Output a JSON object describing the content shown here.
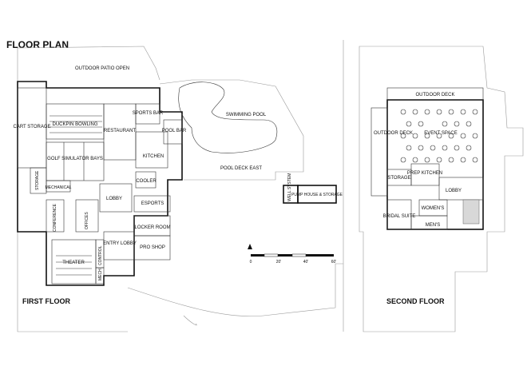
{
  "title": "FLOOR PLAN",
  "first_floor": {
    "caption": "FIRST FLOOR",
    "rooms": {
      "outdoor_patio": "OUTDOOR PATIO OPEN",
      "cart_storage": "CART STORAGE",
      "duckpin_bowling": "DUCKPIN BOWLING",
      "restaurant": "RESTAURANT",
      "sports_bar": "SPORTS BAR",
      "pool_bar": "POOL BAR",
      "kitchen": "KITCHEN",
      "golf_simulator": "GOLF SIMULATOR BAYS",
      "storage": "STORAGE",
      "mechanical": "MECHANICAL",
      "cooler": "COOLER",
      "lobby": "LOBBY",
      "esports": "ESPORTS",
      "conference": "CONFERENCE",
      "offices": "OFFICES",
      "locker_room": "LOCKER ROOM",
      "entry_lobby": "ENTRY LOBBY",
      "pro_shop": "PRO SHOP",
      "theater": "THEATER",
      "control": "CONTROL",
      "mech": "MECH",
      "swimming_pool": "SWIMMING POOL",
      "pool_deck_east": "POOL DECK EAST",
      "well_system": "WELL SYSTEM",
      "pump_house": "PUMP HOUSE & STORAGE"
    }
  },
  "second_floor": {
    "caption": "SECOND FLOOR",
    "rooms": {
      "outdoor_deck_top": "OUTDOOR DECK",
      "outdoor_deck_side": "OUTDOOR DECK",
      "event_space": "EVENT SPACE",
      "storage": "STORAGE",
      "prep_kitchen": "PREP KITCHEN",
      "lobby": "LOBBY",
      "womens": "WOMEN'S",
      "bridal_suite": "BRIDAL SUITE",
      "mens": "MEN'S"
    }
  },
  "scale_bar": {
    "ticks": [
      "0",
      "20'",
      "40'",
      "60'"
    ]
  }
}
